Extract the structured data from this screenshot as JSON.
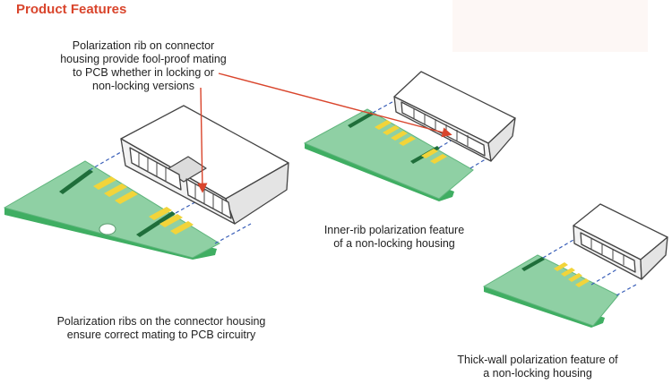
{
  "title": "Product Features",
  "captions": {
    "top": [
      "Polarization rib on connector",
      "housing provide fool-proof mating",
      "to PCB whether in locking or",
      "non-locking versions"
    ],
    "main": [
      "Polarization ribs on the connector housing",
      "ensure correct mating to PCB circuitry"
    ],
    "inner": [
      "Inner-rib polarization feature",
      "of a non-locking housing"
    ],
    "thick": [
      "Thick-wall polarization feature of",
      "a non-locking housing"
    ]
  },
  "colors": {
    "title": "#d9452c",
    "pcb": "#8fd0a4",
    "pcb_edge": "#3fae62",
    "contact": "#f2d43a",
    "arrow": "#d9452c",
    "housing": "#ffffff",
    "outline": "#444444",
    "dash": "#3a5fb8"
  }
}
